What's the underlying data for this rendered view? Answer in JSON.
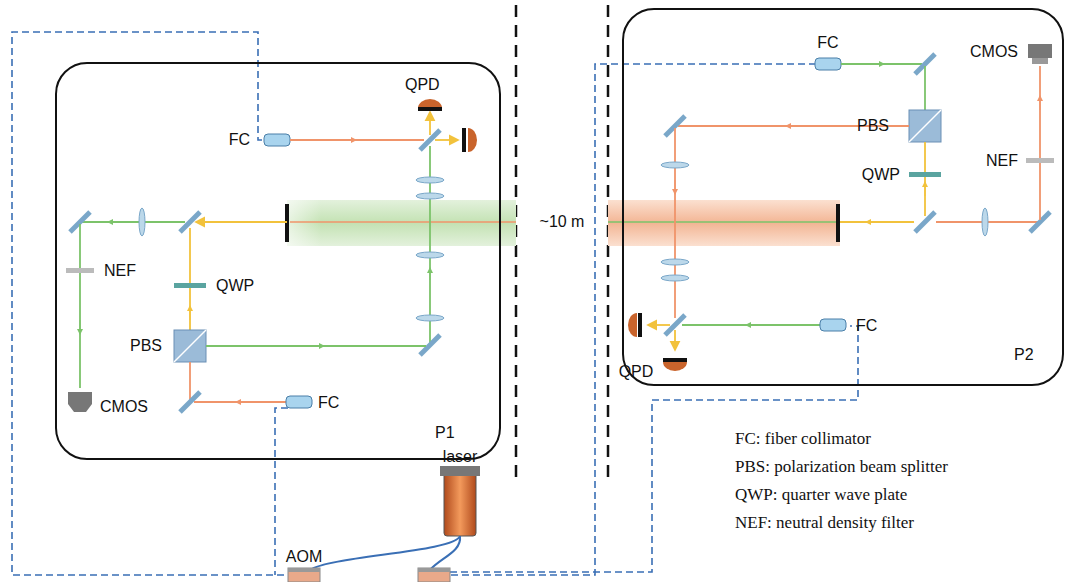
{
  "diagram": {
    "nodes": [
      {
        "text": [
          "P1"
        ]
      },
      {
        "text": [
          "P2"
        ]
      }
    ],
    "edges": [],
    "labels": [
      "FC",
      "QPD",
      "NEF",
      "QWP",
      "PBS",
      "CMOS",
      "FC",
      "~10 m",
      "FC",
      "CMOS",
      "PBS",
      "QWP",
      "NEF",
      "QPD",
      "FC",
      "laser",
      "AOM",
      "FC: fiber collimator",
      "PBS: polarization beam splitter",
      "QWP: quarter wave plate",
      "NEF: neutral density filter"
    ]
  }
}
